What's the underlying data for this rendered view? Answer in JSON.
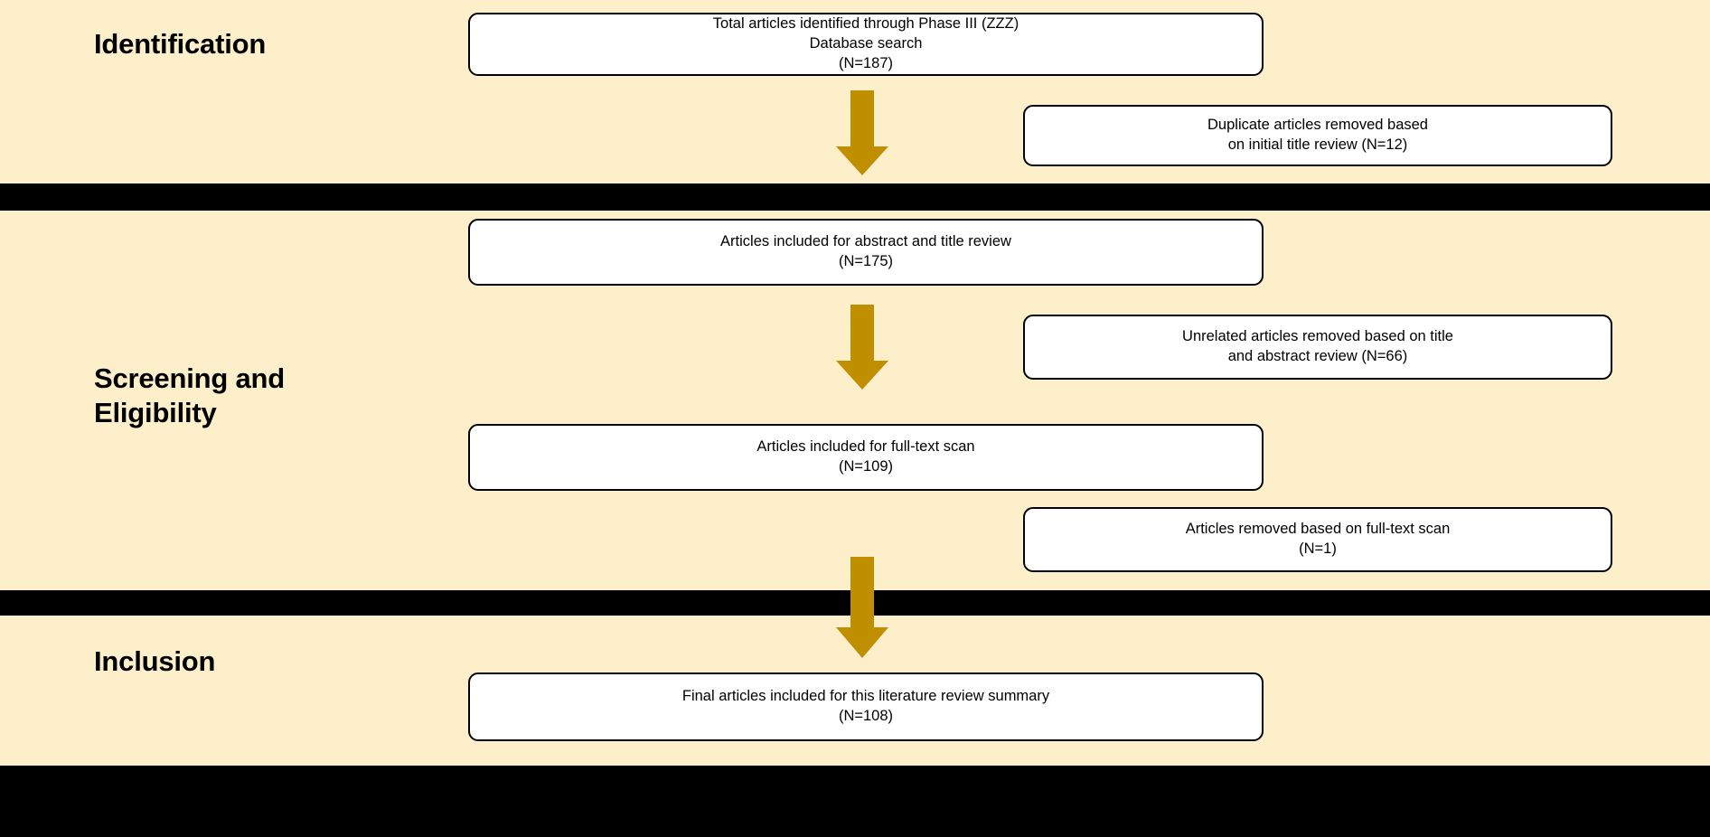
{
  "diagram": {
    "title": "PRISMA literature review flow diagram",
    "background_color": "#FDEFC9",
    "band_color": "#000000",
    "arrow_color": "#BF8F00",
    "box_fill": "#FFFFFF",
    "box_border": "#000000"
  },
  "stages": [
    {
      "id": "identification",
      "label": "Identification"
    },
    {
      "id": "screening_eligibility",
      "label": "Screening and\nEligibility"
    },
    {
      "id": "inclusion",
      "label": "Inclusion"
    }
  ],
  "flow_boxes": {
    "identified": {
      "text": "Total articles identified through Phase III (ZZZ)\nDatabase search\n(N=187)",
      "count": 187
    },
    "abstract_title_review": {
      "text": "Articles included for abstract and title review\n(N=175)",
      "count": 175
    },
    "fulltext_scan": {
      "text": "Articles included for full-text scan\n(N=109)",
      "count": 109
    },
    "final_included": {
      "text": "Final articles included for this literature review summary\n(N=108)",
      "count": 108
    }
  },
  "exclusion_boxes": {
    "duplicates_removed": {
      "text": "Duplicate articles removed based\non initial title review (N=12)",
      "count": 12
    },
    "unrelated_removed": {
      "text": "Unrelated articles removed based on title\nand abstract review (N=66)",
      "count": 66
    },
    "fulltext_removed": {
      "text": "Articles removed based on full-text scan\n(N=1)",
      "count": 1
    }
  },
  "arrows": [
    {
      "id": "arrow-identified-to-abstract",
      "direction": "down"
    },
    {
      "id": "arrow-abstract-to-fulltext",
      "direction": "down"
    },
    {
      "id": "arrow-fulltext-to-final",
      "direction": "down"
    }
  ]
}
